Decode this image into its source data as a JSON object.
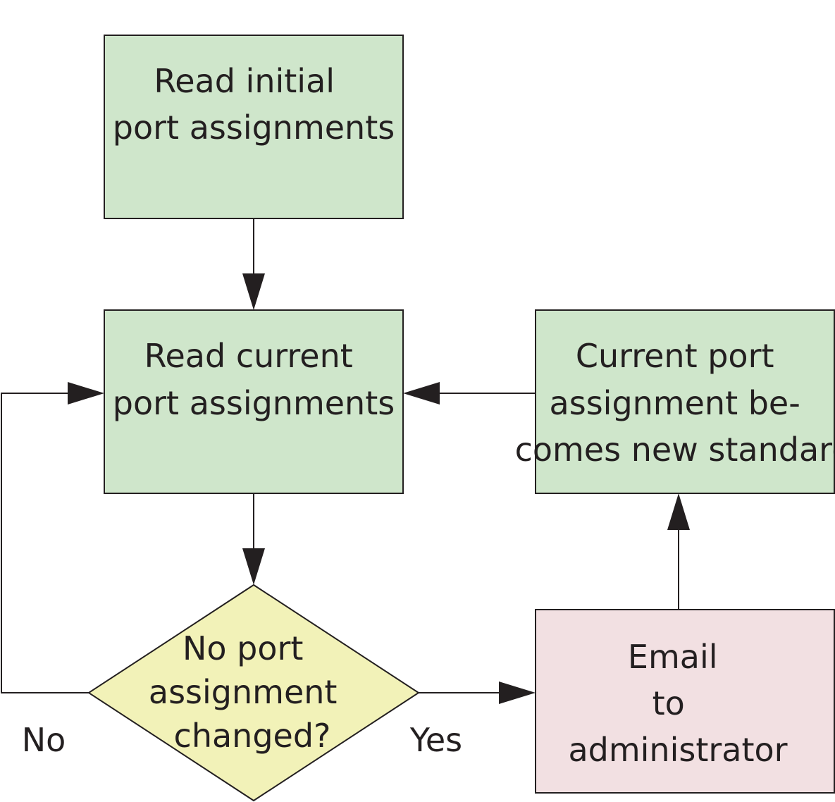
{
  "diagram": {
    "nodes": {
      "read_initial": {
        "lines": [
          "Read initial",
          "port assignments"
        ]
      },
      "read_current": {
        "lines": [
          "Read current",
          "port assignments"
        ]
      },
      "new_standard": {
        "lines": [
          "Current port",
          "assignment be-",
          "comes new standard"
        ]
      },
      "decision": {
        "lines": [
          "No port",
          "assignment",
          "changed?"
        ]
      },
      "email": {
        "lines": [
          "Email",
          "to",
          "administrator"
        ]
      }
    },
    "edge_labels": {
      "no": "No",
      "yes": "Yes"
    },
    "colors": {
      "process_fill": "#cfe6cb",
      "decision_fill": "#f2f2b8",
      "alert_fill": "#f2e0e2",
      "stroke": "#231f20"
    }
  }
}
